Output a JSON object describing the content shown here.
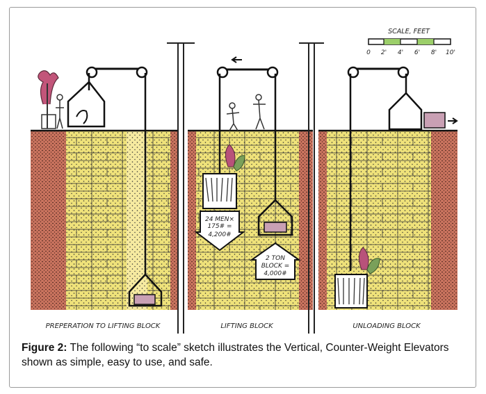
{
  "figure": {
    "label": "Figure 2:",
    "caption_text": " The following “to scale” sketch illustrates the Vertical, Counter-Weight Elevators shown as simple, easy to use, and safe."
  },
  "scale": {
    "title": "SCALE, FEET",
    "ticks": [
      "0",
      "2'",
      "4'",
      "6'",
      "8'",
      "10'"
    ]
  },
  "panels": [
    {
      "label": "PREPERATION TO LIFTING BLOCK"
    },
    {
      "label": "LIFTING BLOCK"
    },
    {
      "label": "UNLOADING BLOCK"
    }
  ],
  "men_box": {
    "lines": [
      "24 MEN×",
      "175# =",
      "4,200#"
    ]
  },
  "block_box": {
    "lines": [
      "2 TON",
      "BLOCK =",
      "4,000#"
    ]
  },
  "colors": {
    "stone": "#efe27a",
    "brick": "#c9735e",
    "brick_dark": "#8d4b3d",
    "block": "#c9a0b4"
  }
}
